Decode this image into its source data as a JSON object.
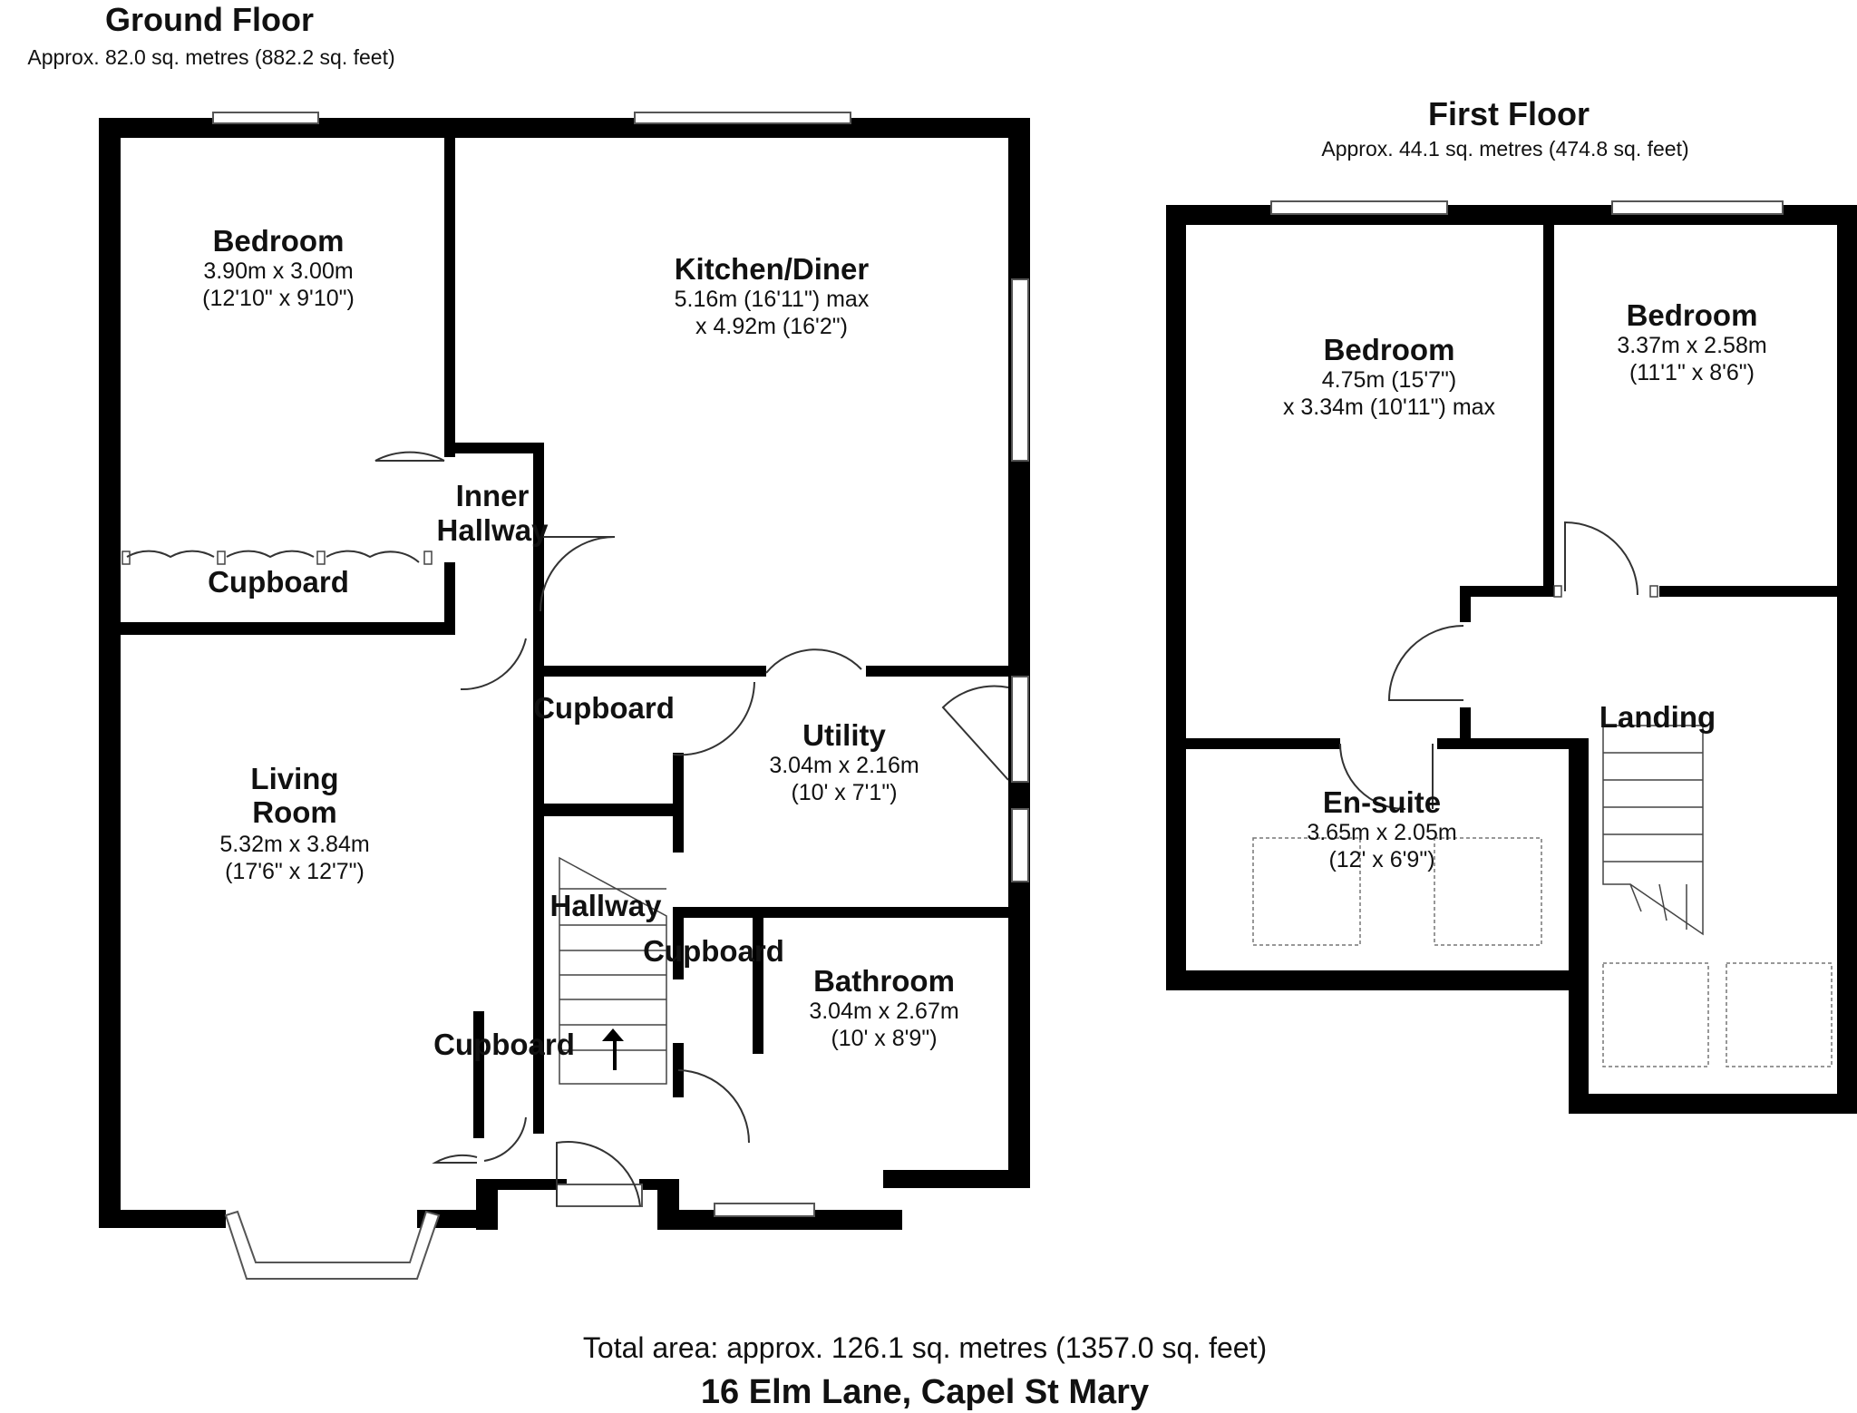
{
  "ground_floor": {
    "title": "Ground Floor",
    "area": "Approx. 82.0 sq. metres (882.2 sq. feet)",
    "rooms": {
      "bedroom": {
        "name": "Bedroom",
        "dim1": "3.90m x 3.00m",
        "dim2": "(12'10\" x 9'10\")"
      },
      "kitchen": {
        "name": "Kitchen/Diner",
        "dim1": "5.16m (16'11\") max",
        "dim2": "x 4.92m (16'2\")"
      },
      "inner_hallway": {
        "line1": "Inner",
        "line2": "Hallway"
      },
      "cupboard_bedroom": {
        "name": "Cupboard"
      },
      "cupboard_utility": {
        "name": "Cupboard"
      },
      "utility": {
        "name": "Utility",
        "dim1": "3.04m x 2.16m",
        "dim2": "(10' x 7'1\")"
      },
      "living": {
        "line1": "Living",
        "line2": "Room",
        "dim1": "5.32m x 3.84m",
        "dim2": "(17'6\" x 12'7\")"
      },
      "hallway": {
        "name": "Hallway"
      },
      "cupboard_hall": {
        "name": "Cupboard"
      },
      "cupboard_front": {
        "name": "Cupboard"
      },
      "bathroom": {
        "name": "Bathroom",
        "dim1": "3.04m x 2.67m",
        "dim2": "(10' x 8'9\")"
      }
    }
  },
  "first_floor": {
    "title": "First Floor",
    "area": "Approx. 44.1 sq. metres (474.8 sq. feet)",
    "rooms": {
      "bedroom1": {
        "name": "Bedroom",
        "dim1": "4.75m (15'7\")",
        "dim2": "x 3.34m (10'11\") max"
      },
      "bedroom2": {
        "name": "Bedroom",
        "dim1": "3.37m x 2.58m",
        "dim2": "(11'1\" x 8'6\")"
      },
      "landing": {
        "name": "Landing"
      },
      "ensuite": {
        "name": "En-suite",
        "dim1": "3.65m x 2.05m",
        "dim2": "(12' x 6'9\")"
      }
    }
  },
  "footer": {
    "total": "Total area: approx. 126.1 sq. metres (1357.0 sq. feet)",
    "address": "16 Elm Lane, Capel St Mary"
  }
}
